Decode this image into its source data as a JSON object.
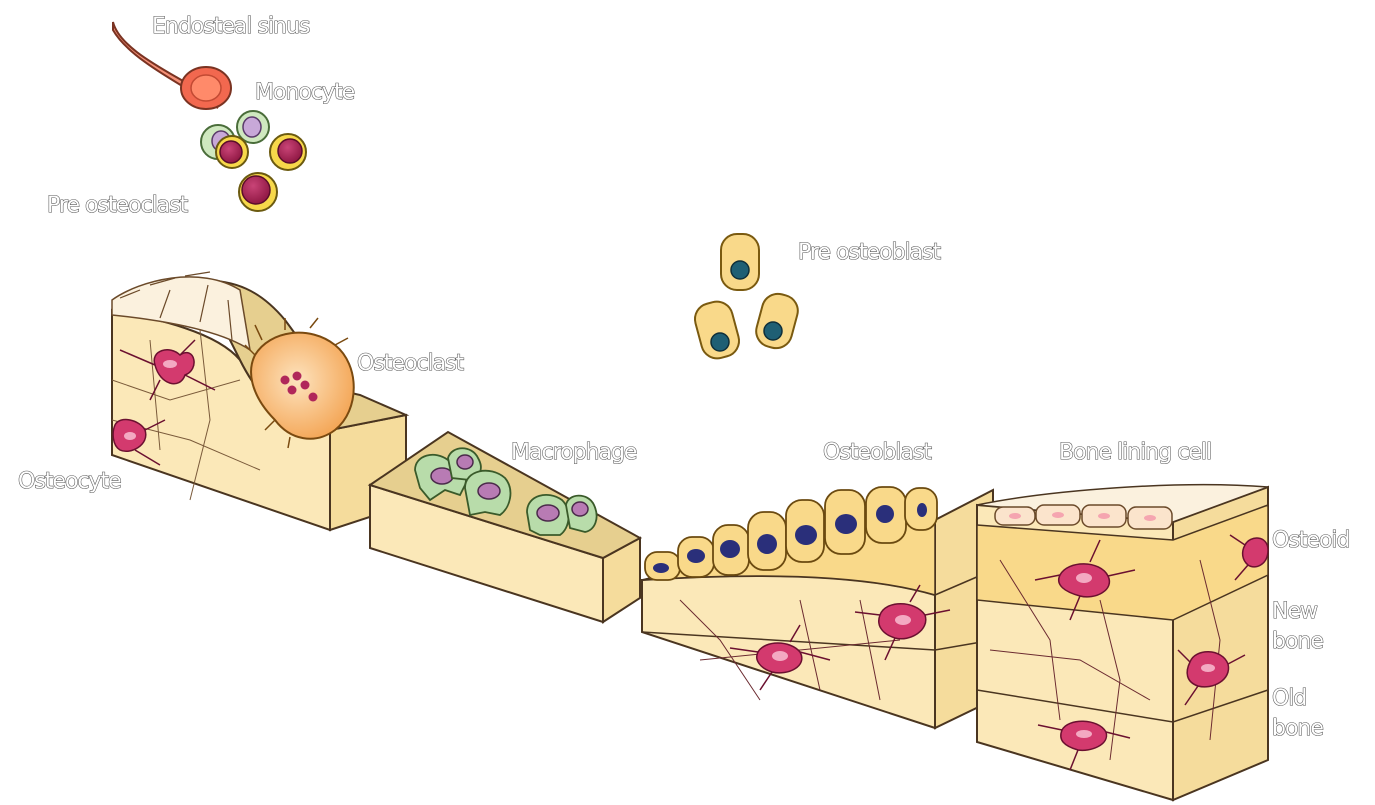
{
  "labels": {
    "endosteal_sinus": "Endosteal sinus",
    "monocyte": "Monocyte",
    "pre_osteoclast": "Pre osteoclast",
    "osteoclast": "Osteoclast",
    "osteocyte": "Osteocyte",
    "macrophage": "Macrophage",
    "pre_osteoblast": "Pre osteoblast",
    "osteoblast": "Osteoblast",
    "bone_lining_cell": "Bone lining cell",
    "osteoid": "Osteoid",
    "new_bone_line1": "New",
    "new_bone_line2": "bone",
    "old_bone_line1": "Old",
    "old_bone_line2": "bone"
  },
  "colors": {
    "bone_face": "#fbe8b8",
    "bone_side": "#f5dc9c",
    "bone_top": "#e6cf8f",
    "osteoid": "#f9d98a",
    "osteocyte_cell": "#d33a6e",
    "osteoclast": "#f6a550",
    "macrophage": "#b8dcaa",
    "monocyte_nucleus": "#a51f4f",
    "osteoblast_nucleus": "#2a2f7a",
    "pre_osteoblast_nucleus": "#1f5f74",
    "sinus": "#f2684f",
    "outline": "#6b4a2a"
  }
}
